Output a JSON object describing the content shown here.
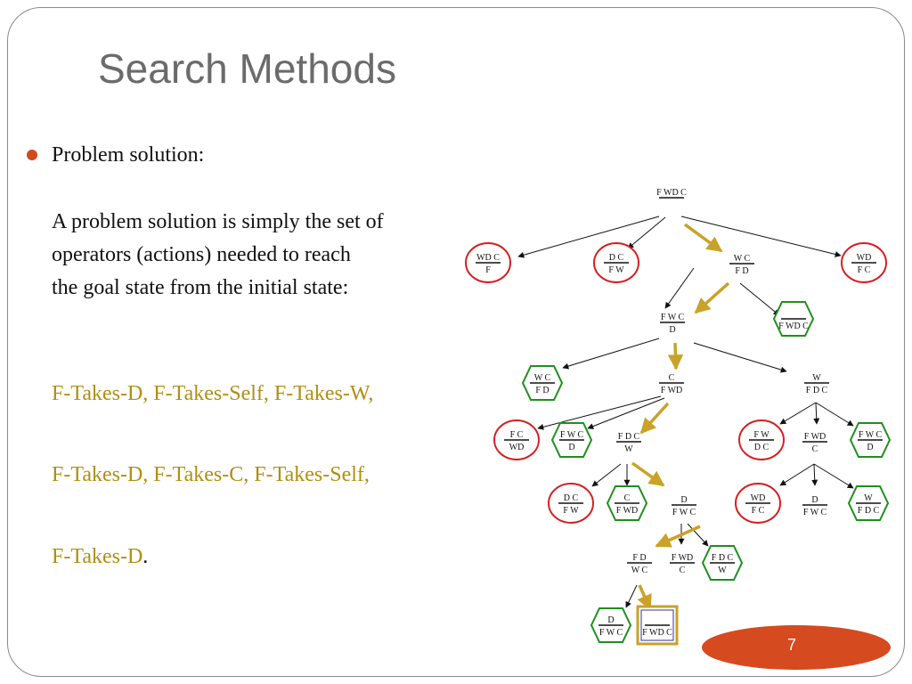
{
  "slide": {
    "title": "Search Methods",
    "bullet": "Problem solution:",
    "body_lines": [
      "A problem solution is simply the set of",
      "operators (actions) needed to reach",
      "the goal state from the initial state:"
    ],
    "solution_lines": [
      "F-Takes-D, F-Takes-Self, F-Takes-W,",
      "F-Takes-D, F-Takes-C, F-Takes-Self,",
      "F-Takes-D"
    ],
    "final_period": ".",
    "page_number": "7"
  },
  "colors": {
    "title": "#6b6b6b",
    "accent": "#d64a20",
    "solution_text": "#b18e12",
    "path_arrow": "#c9a227",
    "dead_end": "#d42020",
    "repeated": "#1e8f1e",
    "goal_box": "#c9a227"
  },
  "tree": {
    "nodes": [
      {
        "id": "n0",
        "top": "F WD C",
        "bottom": "",
        "shape": "none"
      },
      {
        "id": "n1",
        "top": "WD C",
        "bottom": "F",
        "shape": "circle"
      },
      {
        "id": "n2",
        "top": "D C",
        "bottom": "F W",
        "shape": "circle"
      },
      {
        "id": "n3",
        "top": "W   C",
        "bottom": "F   D",
        "shape": "none"
      },
      {
        "id": "n4",
        "top": "WD",
        "bottom": "F   C",
        "shape": "circle"
      },
      {
        "id": "n5",
        "top": "F W   C",
        "bottom": "D",
        "shape": "none"
      },
      {
        "id": "n6",
        "top": "",
        "bottom": "F WD C",
        "shape": "hexagon"
      },
      {
        "id": "n7",
        "top": "W   C",
        "bottom": "F   D",
        "shape": "hexagon"
      },
      {
        "id": "n8",
        "top": "C",
        "bottom": "F WD",
        "shape": "none"
      },
      {
        "id": "n9",
        "top": "W",
        "bottom": "F   D C",
        "shape": "none"
      },
      {
        "id": "n10",
        "top": "F      C",
        "bottom": "WD",
        "shape": "circle"
      },
      {
        "id": "n11",
        "top": "F W   C",
        "bottom": "D",
        "shape": "hexagon"
      },
      {
        "id": "n12",
        "top": "F    D C",
        "bottom": "W",
        "shape": "none"
      },
      {
        "id": "n13",
        "top": "F W",
        "bottom": "D C",
        "shape": "circle"
      },
      {
        "id": "n14",
        "top": "F WD",
        "bottom": "C",
        "shape": "none"
      },
      {
        "id": "n15",
        "top": "F W   C",
        "bottom": "D",
        "shape": "hexagon"
      },
      {
        "id": "n16",
        "top": "D C",
        "bottom": "F W",
        "shape": "circle"
      },
      {
        "id": "n17",
        "top": "C",
        "bottom": "F WD",
        "shape": "hexagon"
      },
      {
        "id": "n18",
        "top": "D",
        "bottom": "F W   C",
        "shape": "none"
      },
      {
        "id": "n19",
        "top": "WD",
        "bottom": "F      C",
        "shape": "circle"
      },
      {
        "id": "n20",
        "top": "D",
        "bottom": "F W   C",
        "shape": "none"
      },
      {
        "id": "n21",
        "top": "W",
        "bottom": "F   D C",
        "shape": "hexagon"
      },
      {
        "id": "n22",
        "top": "F    D",
        "bottom": "W   C",
        "shape": "none"
      },
      {
        "id": "n23",
        "top": "F WD",
        "bottom": "C",
        "shape": "none"
      },
      {
        "id": "n24",
        "top": "F    D C",
        "bottom": "W",
        "shape": "hexagon"
      },
      {
        "id": "n25",
        "top": "D",
        "bottom": "F W   C",
        "shape": "hexagon"
      },
      {
        "id": "n26",
        "top": "",
        "bottom": "F WD C",
        "shape": "box"
      }
    ]
  }
}
